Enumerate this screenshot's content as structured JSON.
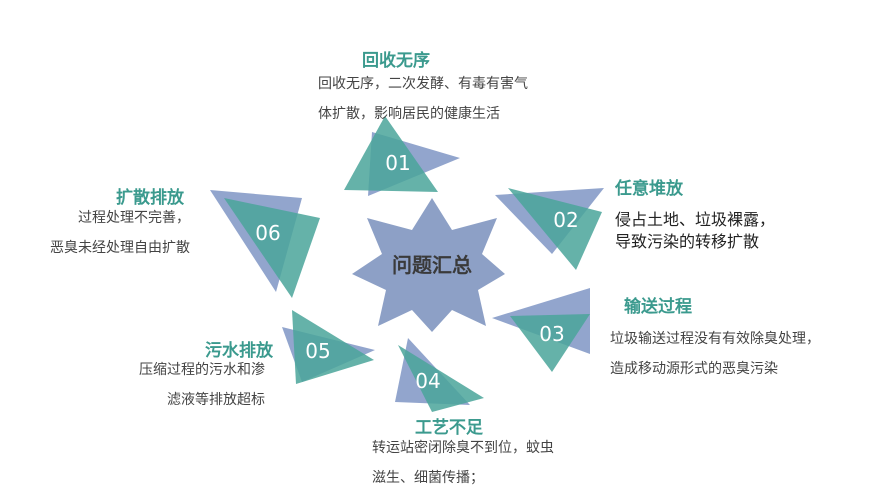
{
  "center": {
    "label": "问题汇总"
  },
  "items": [
    {
      "num": "01",
      "title": "回收无序",
      "lines": [
        "回收无序，二次发酵、有毒有害气",
        "体扩散，影响居民的健康生活"
      ]
    },
    {
      "num": "02",
      "title": "任意堆放",
      "lines": [
        "侵占土地、垃圾裸露，",
        "导致污染的转移扩散"
      ]
    },
    {
      "num": "03",
      "title": "输送过程",
      "lines": [
        "垃圾输送过程没有有效除臭处理，",
        "造成移动源形式的恶臭污染"
      ]
    },
    {
      "num": "04",
      "title": "工艺不足",
      "lines": [
        "转运站密闭除臭不到位，蚊虫",
        "滋生、细菌传播；"
      ]
    },
    {
      "num": "05",
      "title": "污水排放",
      "lines": [
        "压缩过程的污水和渗",
        "滤液等排放超标"
      ]
    },
    {
      "num": "06",
      "title": "扩散排放",
      "lines": [
        "过程处理不完善，",
        "恶臭未经处理自由扩散"
      ]
    }
  ],
  "colors": {
    "teal": "#4aa59a",
    "blue": "#7f95c4",
    "star": "#8da0c6",
    "title": "#3b9a8e"
  }
}
